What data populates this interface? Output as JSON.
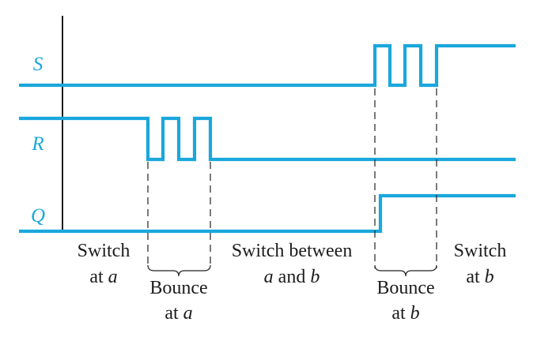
{
  "signals": {
    "s": "S",
    "r": "R",
    "q": "Q"
  },
  "captions": {
    "switch_a": {
      "line1": "Switch",
      "line2_prefix": "at ",
      "line2_var": "a"
    },
    "bounce_a": {
      "line1": "Bounce",
      "line2_prefix": "at ",
      "line2_var": "a"
    },
    "between": {
      "line1": "Switch between",
      "line2_var1": "a",
      "line2_mid": " and ",
      "line2_var2": "b"
    },
    "bounce_b": {
      "line1": "Bounce",
      "line2_prefix": "at ",
      "line2_var": "b"
    },
    "switch_b": {
      "line1": "Switch",
      "line2_prefix": "at ",
      "line2_var": "b"
    }
  },
  "colors": {
    "signal": "#1aa7dc",
    "text": "#1c1c1c"
  }
}
